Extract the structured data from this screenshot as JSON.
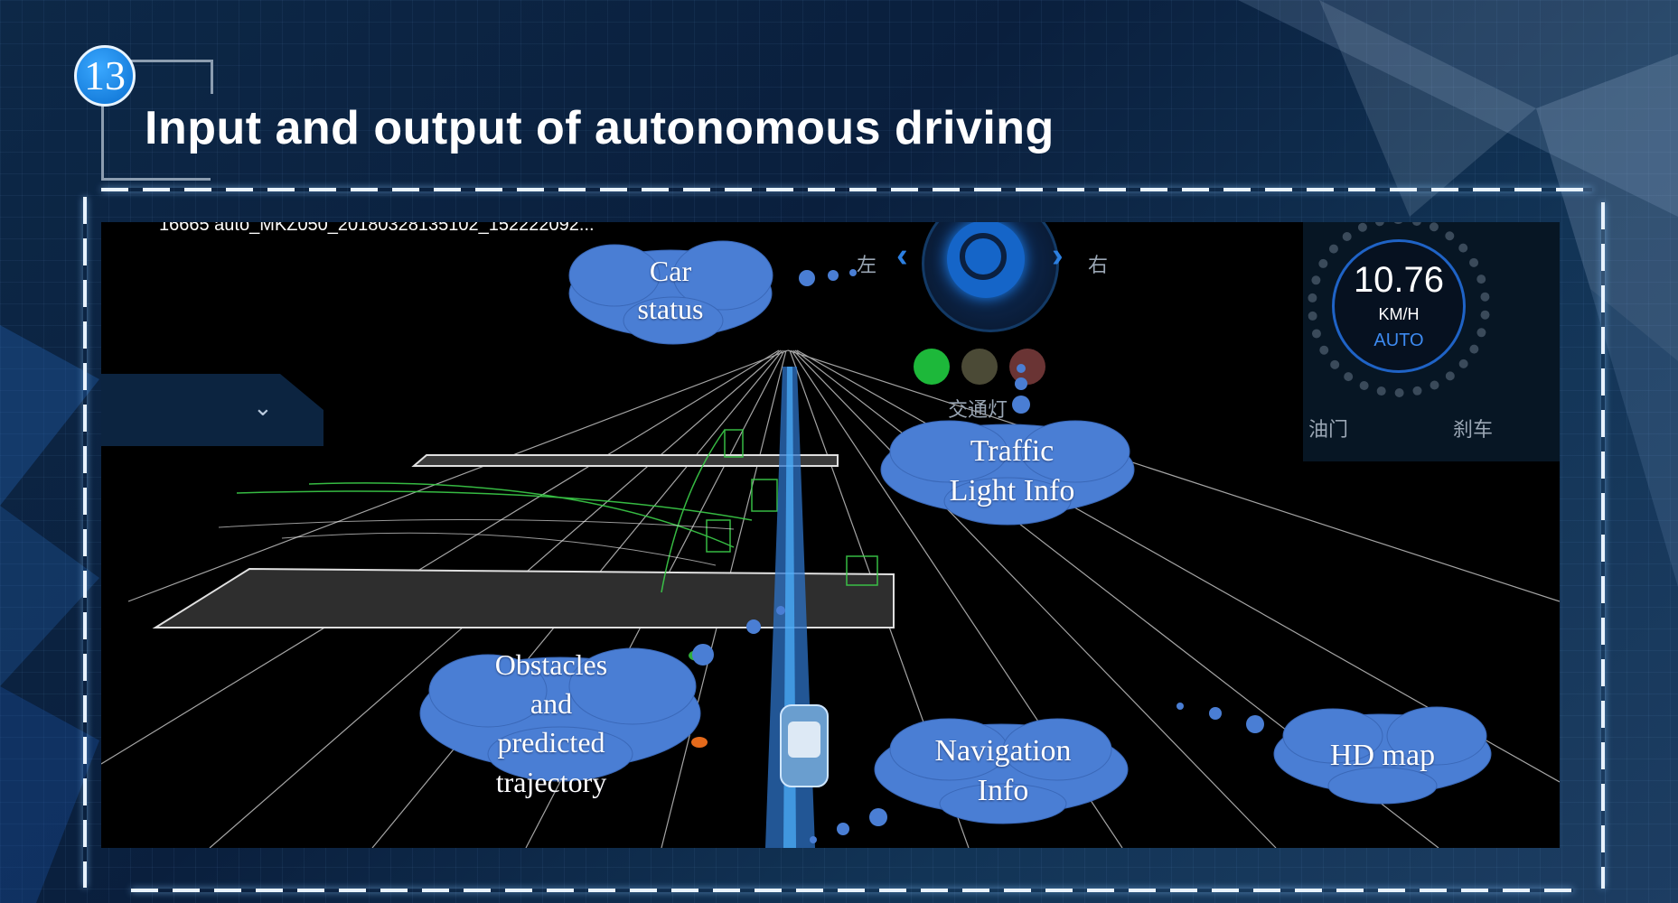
{
  "slide": {
    "number": "13",
    "title": "Input and output of autonomous driving"
  },
  "screen": {
    "session_name": "16665 auto_MKZ050_20180328135102_152222092...",
    "steering": {
      "left_label": "左",
      "right_label": "右"
    },
    "traffic_light": {
      "label": "交通灯",
      "states": [
        "#1db83a",
        "#4b4a36",
        "#6a3434"
      ]
    },
    "gauge": {
      "speed": "10.76",
      "unit": "KM/H",
      "mode": "AUTO"
    },
    "throttle_label": "油门",
    "brake_label": "刹车"
  },
  "callouts": {
    "car_status": [
      "Car",
      "status"
    ],
    "traffic_light_info": [
      "Traffic",
      "Light Info"
    ],
    "obstacles": [
      "Obstacles",
      "and",
      "predicted",
      "trajectory"
    ],
    "navigation": [
      "Navigation",
      "Info"
    ],
    "hd_map": "HD map"
  },
  "colors": {
    "cloud": "#4a7ed4",
    "accent": "#1565c8",
    "background": "#0d2847"
  }
}
